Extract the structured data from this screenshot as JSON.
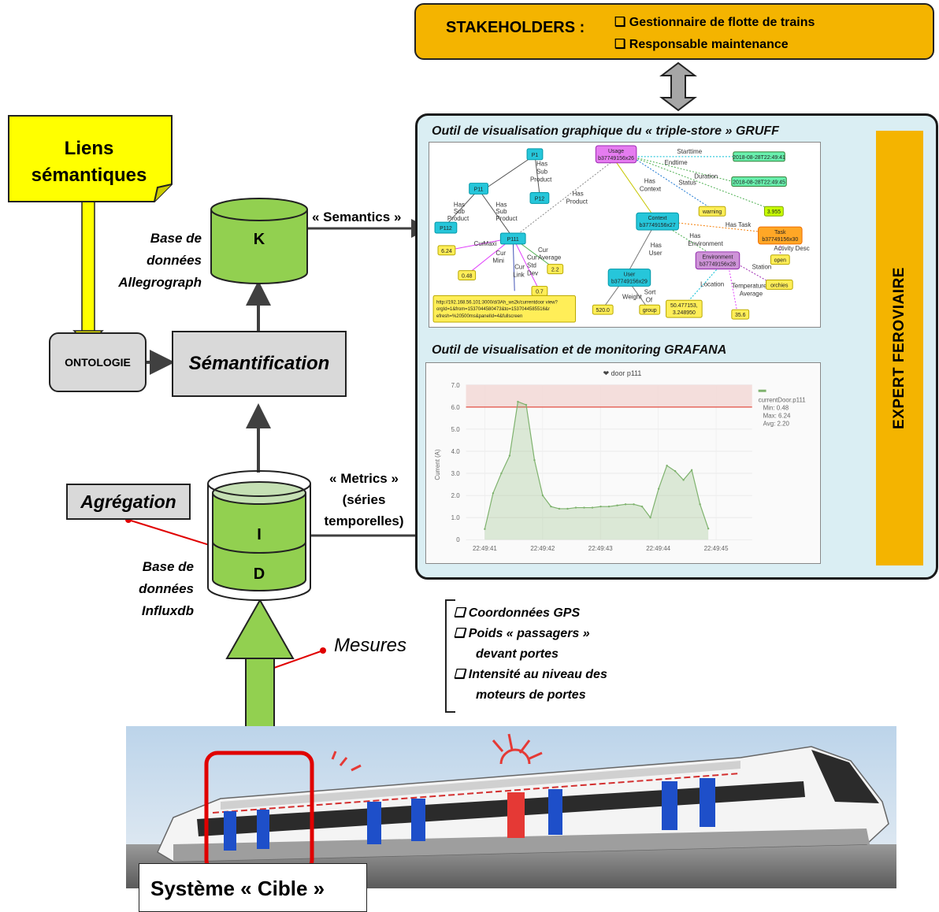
{
  "stakeholders": {
    "title": "STAKEHOLDERS :",
    "items": [
      "Gestionnaire de flotte de trains",
      "Responsable maintenance"
    ]
  },
  "liens_semantiques": {
    "line1": "Liens",
    "line2": "sémantiques"
  },
  "kb": {
    "letter": "K",
    "caption": [
      "Base de",
      "données",
      "Allegrograph"
    ]
  },
  "semantics_label": "« Semantics »",
  "ontologie": "ONTOLOGIE",
  "semantification": "Sémantification",
  "agregation": "Agrégation",
  "influx": {
    "letters": [
      "I",
      "D"
    ],
    "caption": [
      "Base de",
      "données",
      "Influxdb"
    ]
  },
  "metrics_label": [
    "« Metrics »",
    "(séries",
    "temporelles)"
  ],
  "mesures": "Mesures",
  "panel": {
    "gruff_title": "Outil de visualisation graphique du « triple-store » GRUFF",
    "grafana_title": "Outil de visualisation et de monitoring GRAFANA"
  },
  "expert": "EXPERT FEROVIAIRE",
  "measures_list": [
    "Coordonnées GPS",
    " Poids « passagers »",
    "devant portes",
    "Intensité au niveau des",
    "moteurs  de portes"
  ],
  "systeme_cible": "Système « Cible »",
  "gruff": {
    "nodes": {
      "p1": "P1",
      "p11": "P11",
      "p12": "P12",
      "p112": "P112",
      "p111": "P111",
      "usage": [
        "Usage",
        "b37749156x26"
      ],
      "context": [
        "Context",
        "b37749156x27"
      ],
      "user": [
        "User",
        "b37749156x29"
      ],
      "environment": [
        "Environment",
        "b37749156x28"
      ],
      "task": [
        "Task",
        "b37749156x30"
      ],
      "start": "2018-08-28T22:49:41",
      "end": "2018-08-28T22:49:45",
      "warning": "warning",
      "dur": "3.955",
      "open": "open",
      "orchies": "orchies",
      "v624": "6.24",
      "v048": "0.48",
      "v22": "2.2",
      "v07": "0.7",
      "v520": "520.0",
      "group": "group",
      "coord": [
        "50.477153,",
        "3.248950"
      ],
      "v356": "35.6",
      "url": [
        "http://192.168.56.101:3000/d/3Ah_ws2k/currentdoor view?",
        "orgId=1&from=1537044580473&to=1537044585516&r",
        "efresh=%20500ms&panelId=4&fullscreen"
      ]
    },
    "edges": {
      "hasSubProduct": [
        "Has",
        "Sub",
        "Product"
      ],
      "hasProduct": [
        "Has",
        "Product"
      ],
      "startTime": "Starttime",
      "endTime": "Endtime",
      "duration": "Duration",
      "status": "Status",
      "hasContext": [
        "Has",
        "Context"
      ],
      "hasTask": "Has Task",
      "hasEnvironment": [
        "Has",
        "Environment"
      ],
      "hasUser": [
        "Has",
        "User"
      ],
      "curMaxi": [
        "Cur",
        "Maxi"
      ],
      "curMini": [
        "Cur",
        "Mini"
      ],
      "curLink": [
        "Cur",
        "Link"
      ],
      "curStdDev": [
        "Cur",
        "Std",
        "Dev"
      ],
      "curAverage": [
        "Cur",
        "Average"
      ],
      "weight": "Weight",
      "sortOf": [
        "Sort",
        "Of"
      ],
      "location": "Location",
      "tempAvg": [
        "Temperature",
        "Average"
      ],
      "station": "Station",
      "activityDesc": "Activity Desc"
    }
  },
  "grafana": {
    "panel_title": "door p111",
    "legend": [
      "currentDoor.p111",
      "Min: 0.48",
      "Max: 6.24",
      "Avg: 2.20"
    ],
    "colors": {
      "series": "#7eb26d",
      "threshold": "#e24d42"
    }
  },
  "chart_data": {
    "type": "area",
    "title": "door p111",
    "ylabel": "Current (A)",
    "xlabel": "",
    "ylim": [
      0,
      7
    ],
    "yticks": [
      "0",
      "1.0",
      "2.0",
      "3.0",
      "4.0",
      "5.0",
      "6.0",
      "7.0"
    ],
    "xticks": [
      "22:49:41",
      "22:49:42",
      "22:49:43",
      "22:49:44",
      "22:49:45"
    ],
    "threshold": 6.0,
    "series": [
      {
        "name": "currentDoor.p111",
        "values": [
          0.48,
          2.1,
          3.0,
          3.8,
          6.24,
          6.1,
          3.6,
          2.0,
          1.5,
          1.4,
          1.4,
          1.45,
          1.45,
          1.45,
          1.5,
          1.5,
          1.55,
          1.6,
          1.6,
          1.5,
          1.0,
          2.3,
          3.35,
          3.1,
          2.7,
          3.15,
          1.6,
          0.5
        ]
      }
    ]
  }
}
